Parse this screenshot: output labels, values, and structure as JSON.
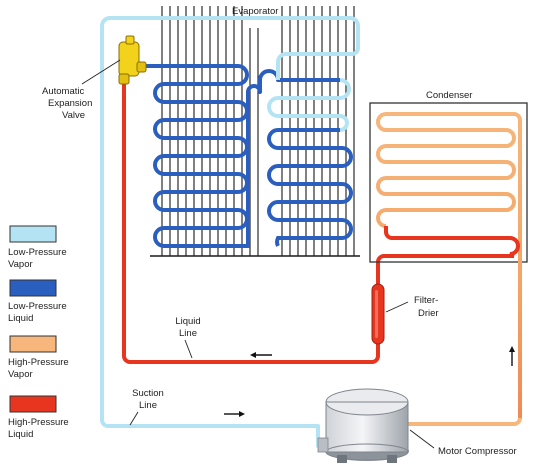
{
  "labels": {
    "evaporator": "Evaporator",
    "condenser": "Condenser",
    "expansion_valve": [
      "Automatic",
      "Expansion",
      "Valve"
    ],
    "filter_drier": [
      "Filter-",
      "Drier"
    ],
    "liquid_line": [
      "Liquid",
      "Line"
    ],
    "suction_line": [
      "Suction",
      "Line"
    ],
    "motor_compressor": "Motor Compressor"
  },
  "legend": [
    {
      "lines": [
        "Low-Pressure",
        "Vapor"
      ],
      "color": "#b4e4f4"
    },
    {
      "lines": [
        "Low-Pressure",
        "Liquid"
      ],
      "color": "#2a5fbf"
    },
    {
      "lines": [
        "High-Pressure",
        "Vapor"
      ],
      "color": "#f6b67c"
    },
    {
      "lines": [
        "High-Pressure",
        "Liquid"
      ],
      "color": "#e8351f"
    }
  ],
  "colors": {
    "low_vapor": "#b4e4f4",
    "low_liquid": "#2a5fbf",
    "high_vapor": "#f6b67c",
    "high_liquid": "#e8351f",
    "fins": "#1a1a1a",
    "frame": "#333333",
    "valve": "#f3d21c"
  },
  "icons": {
    "flow_arrows": "arrow-icon",
    "valve": "expansion-valve-icon",
    "compressor": "motor-compressor-icon",
    "drier": "filter-drier-icon"
  }
}
